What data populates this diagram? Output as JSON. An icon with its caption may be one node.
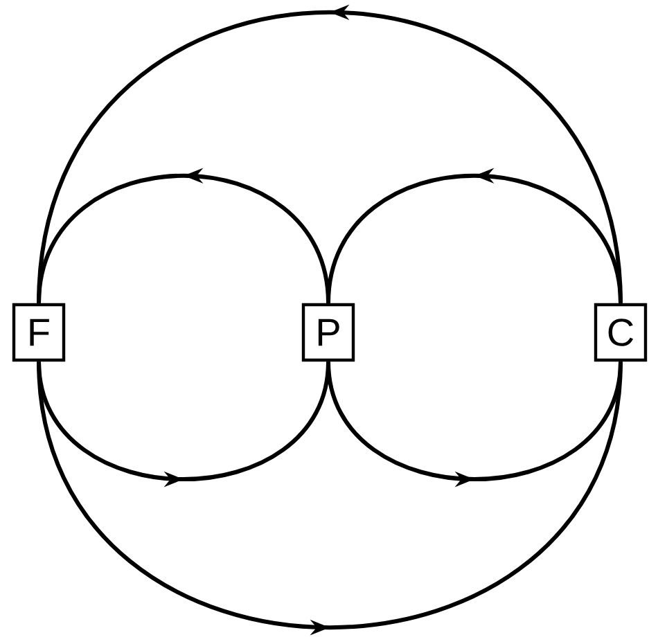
{
  "diagram": {
    "nodes": [
      {
        "text": [
          "F"
        ]
      },
      {
        "text": [
          "P"
        ]
      },
      {
        "text": [
          "C"
        ]
      }
    ],
    "edges": [
      {
        "from": 2,
        "to": 0,
        "arrow": "to"
      },
      {
        "from": 0,
        "to": 2,
        "arrow": "to"
      },
      {
        "from": 1,
        "to": 0,
        "arrow": "to"
      },
      {
        "from": 0,
        "to": 1,
        "arrow": "to"
      },
      {
        "from": 2,
        "to": 1,
        "arrow": "to"
      },
      {
        "from": 1,
        "to": 2,
        "arrow": "to"
      }
    ]
  }
}
